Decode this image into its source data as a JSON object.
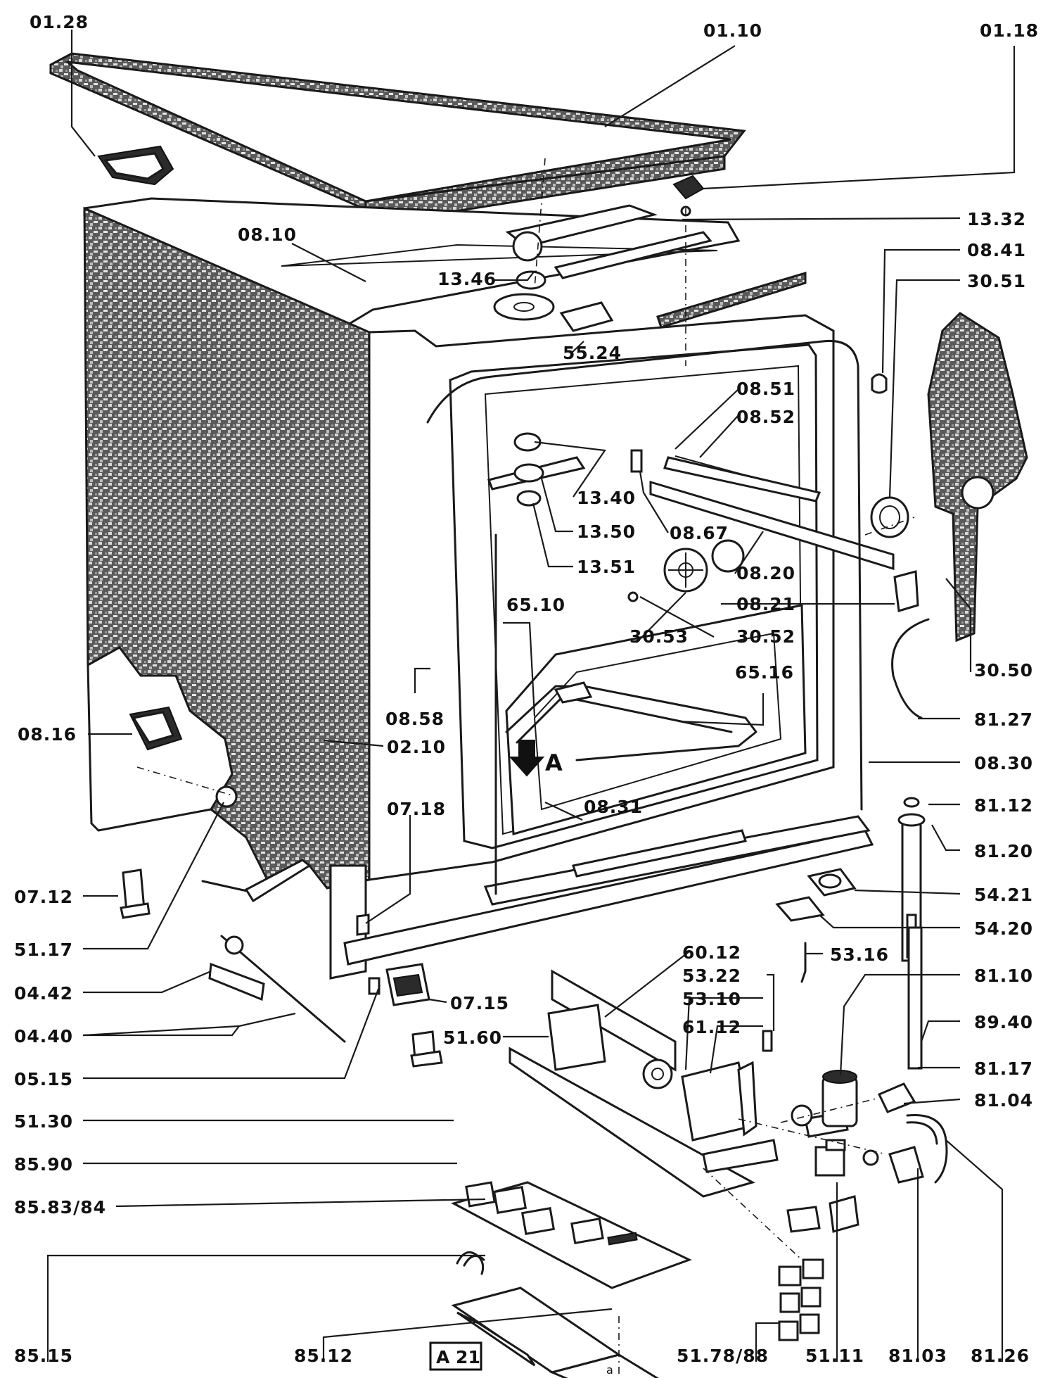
{
  "figure_id": "A 21",
  "view_marker": "A",
  "bottom_marker": "a",
  "labels": {
    "p0128": "01.28",
    "p0110": "01.10",
    "p0118": "01.18",
    "p1332": "13.32",
    "p0841": "08.41",
    "p3051": "30.51",
    "p0810": "08.10",
    "p1346": "13.46",
    "p5524": "55.24",
    "p0851": "08.51",
    "p0852": "08.52",
    "p1340": "13.40",
    "p1350": "13.50",
    "p0867": "08.67",
    "p1351": "13.51",
    "p0820": "08.20",
    "p0821": "08.21",
    "p6510": "65.10",
    "p3053": "30.53",
    "p3052": "30.52",
    "p3050": "30.50",
    "p6516": "65.16",
    "p0858": "08.58",
    "p0210": "02.10",
    "p0816": "08.16",
    "p8127": "81.27",
    "p0830": "08.30",
    "p0831": "08.31",
    "p0718": "07.18",
    "p8112": "81.12",
    "p8120": "81.20",
    "p0712": "07.12",
    "p5421": "54.21",
    "p5117": "51.17",
    "p5420": "54.20",
    "p0442": "04.42",
    "p6012": "60.12",
    "p5316": "53.16",
    "p5322": "53.22",
    "p8110": "81.10",
    "p0715": "07.15",
    "p5310": "53.10",
    "p0440": "04.40",
    "p6112": "61.12",
    "p8940": "89.40",
    "p5160": "51.60",
    "p8117": "81.17",
    "p0515": "05.15",
    "p8104": "81.04",
    "p5130": "51.30",
    "p8590": "85.90",
    "p858384": "85.83/84",
    "p8515": "85.15",
    "p8512": "85.12",
    "p517888": "51.78/88",
    "p5111": "51.11",
    "p8103": "81.03",
    "p8126": "81.26"
  }
}
